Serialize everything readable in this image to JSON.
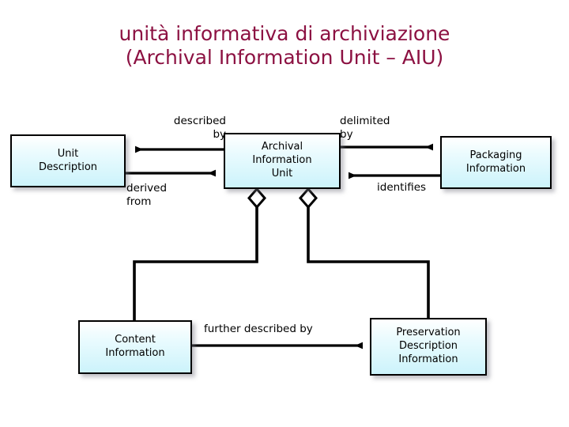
{
  "title": {
    "line1": "unità informativa di archiviazione",
    "line2": "(Archival Information Unit – AIU)",
    "color": "#8C1142"
  },
  "diagram": {
    "type": "uml-class-relationship-diagram",
    "node_fill": "#CCF3FB",
    "node_border": "#000000",
    "connector_color": "#000000",
    "nodes": [
      {
        "id": "unit-description",
        "label": "Unit\nDescription"
      },
      {
        "id": "archival-information-unit",
        "label": "Archival\nInformation\nUnit"
      },
      {
        "id": "packaging-information",
        "label": "Packaging\nInformation"
      },
      {
        "id": "content-information",
        "label": "Content\nInformation"
      },
      {
        "id": "preservation-description-information",
        "label": "Preservation\nDescription\nInformation"
      }
    ],
    "edges": [
      {
        "id": "described-by",
        "label": "described\nby",
        "from": "archival-information-unit",
        "to": "unit-description",
        "marker": "arrow"
      },
      {
        "id": "derived-from",
        "label": "derived\nfrom",
        "from": "unit-description",
        "to": "archival-information-unit",
        "marker": "arrow"
      },
      {
        "id": "delimited-by",
        "label": "delimited\nby",
        "from": "archival-information-unit",
        "to": "packaging-information",
        "marker": "arrow"
      },
      {
        "id": "identifies",
        "label": "identifies",
        "from": "packaging-information",
        "to": "archival-information-unit",
        "marker": "arrow"
      },
      {
        "id": "aggregation-content",
        "label": "",
        "from": "archival-information-unit",
        "to": "content-information",
        "marker": "diamond"
      },
      {
        "id": "aggregation-pdi",
        "label": "",
        "from": "archival-information-unit",
        "to": "preservation-description-information",
        "marker": "diamond"
      },
      {
        "id": "further-described-by",
        "label": "further described by",
        "from": "content-information",
        "to": "preservation-description-information",
        "marker": "arrow"
      }
    ]
  }
}
